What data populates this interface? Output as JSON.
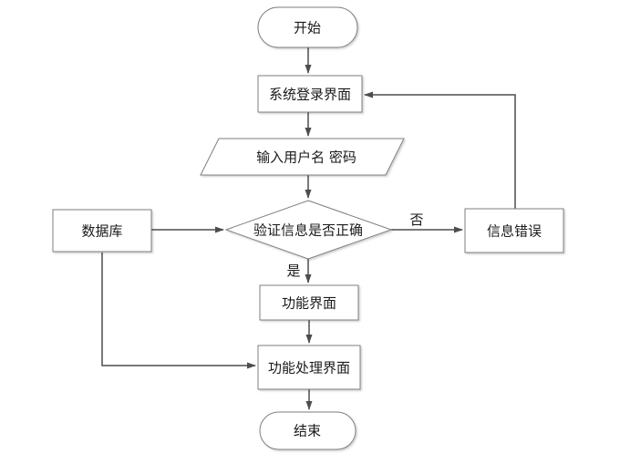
{
  "diagram": {
    "description": "login-flow flowchart",
    "colors": {
      "background": "#ffffff",
      "shape_fill": "#ffffff",
      "shape_border": "#7f7f7f",
      "arrow": "#4d4d4d",
      "text": "#1a1a1a"
    },
    "nodes": {
      "start": {
        "label": "开始",
        "type": "terminator"
      },
      "login": {
        "label": "系统登录界面",
        "type": "process"
      },
      "input": {
        "label": "输入用户名 密码",
        "type": "io"
      },
      "verify": {
        "label": "验证信息是否正确",
        "type": "decision"
      },
      "database": {
        "label": "数据库",
        "type": "process"
      },
      "error": {
        "label": "信息错误",
        "type": "process"
      },
      "function_ui": {
        "label": "功能界面",
        "type": "process"
      },
      "process_ui": {
        "label": "功能处理界面",
        "type": "process"
      },
      "end": {
        "label": "结束",
        "type": "terminator"
      }
    },
    "edge_labels": {
      "no": "否",
      "yes": "是"
    }
  }
}
